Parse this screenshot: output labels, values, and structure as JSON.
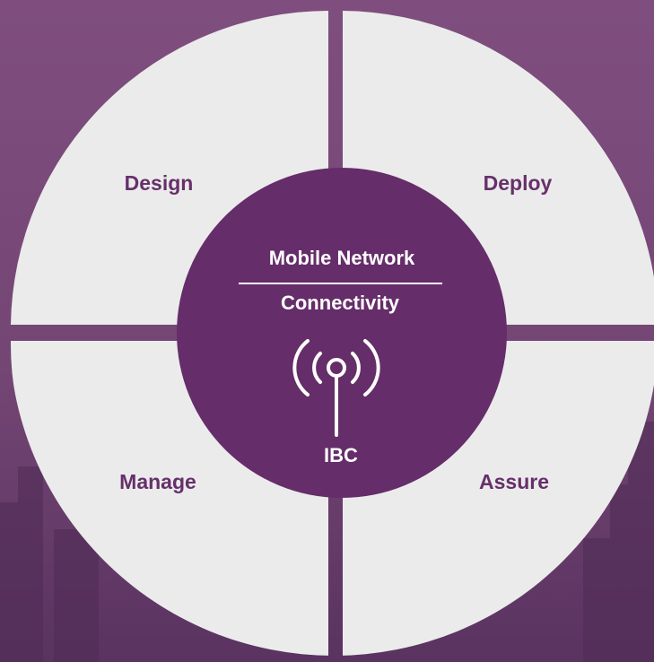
{
  "colors": {
    "background": "#7a4c7a",
    "background_dark": "#5c3560",
    "quadrant_fill": "#ebebeb",
    "center_fill": "#652d69",
    "label_color": "#66306a",
    "center_text_color": "#ffffff"
  },
  "quadrants": [
    {
      "id": "top-left",
      "label": "Design"
    },
    {
      "id": "top-right",
      "label": "Deploy"
    },
    {
      "id": "bottom-left",
      "label": "Manage"
    },
    {
      "id": "bottom-right",
      "label": "Assure"
    }
  ],
  "center": {
    "title": "Mobile Network",
    "subtitle": "Connectivity",
    "icon": "antenna-signal-icon",
    "caption": "IBC"
  }
}
